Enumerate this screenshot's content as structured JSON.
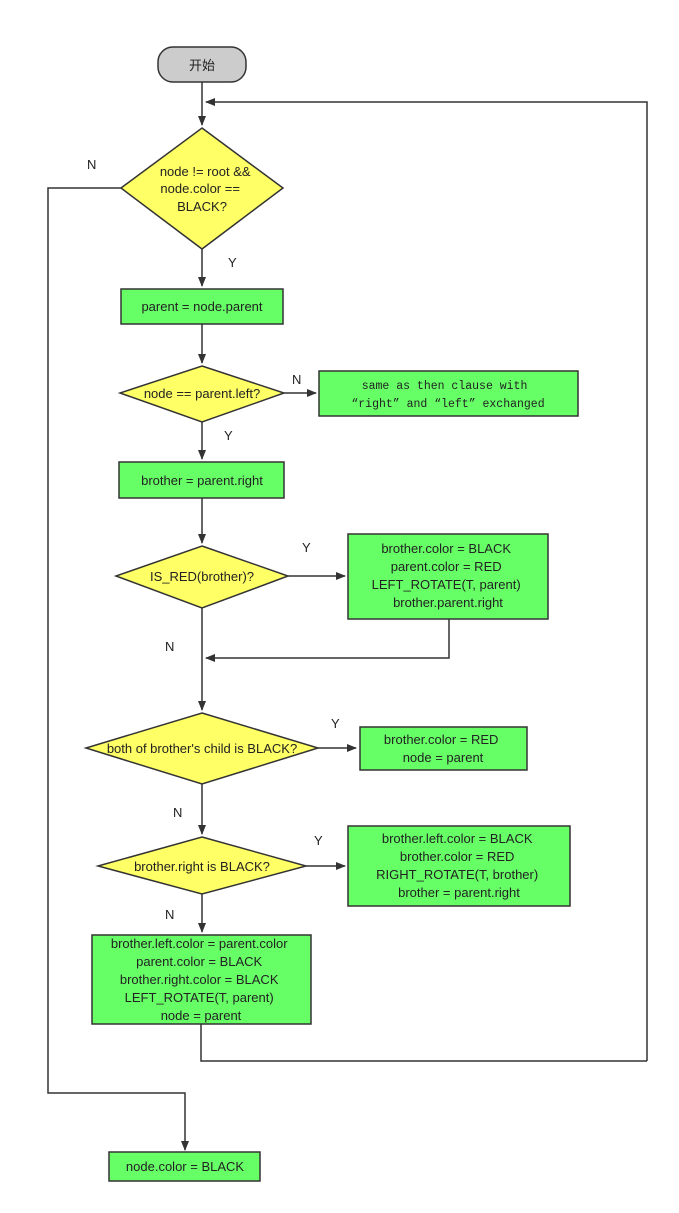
{
  "start": "开始",
  "loop_condition": [
    "node != root &&",
    "node.color ==",
    "BLACK?"
  ],
  "set_parent": "parent = node.parent",
  "is_left_child": "node == parent.left?",
  "else_clause": [
    "same as then clause with",
    "“right”  and  “left”  exchanged"
  ],
  "set_brother": "brother = parent.right",
  "brother_is_red": "IS_RED(brother)?",
  "case1": [
    "brother.color = BLACK",
    "parent.color = RED",
    "LEFT_ROTATE(T, parent)",
    "brother.parent.right"
  ],
  "both_children_black": "both of brother's child is BLACK?",
  "case2": [
    "brother.color = RED",
    "node = parent"
  ],
  "right_child_black": "brother.right is BLACK?",
  "case3": [
    "brother.left.color = BLACK",
    "brother.color = RED",
    "RIGHT_ROTATE(T, brother)",
    "brother = parent.right"
  ],
  "case4": [
    "brother.left.color = parent.color",
    "parent.color = BLACK",
    "brother.right.color = BLACK",
    "LEFT_ROTATE(T, parent)",
    "node = parent"
  ],
  "final": "node.color = BLACK",
  "edge_labels": {
    "yes": "Y",
    "no": "N"
  }
}
